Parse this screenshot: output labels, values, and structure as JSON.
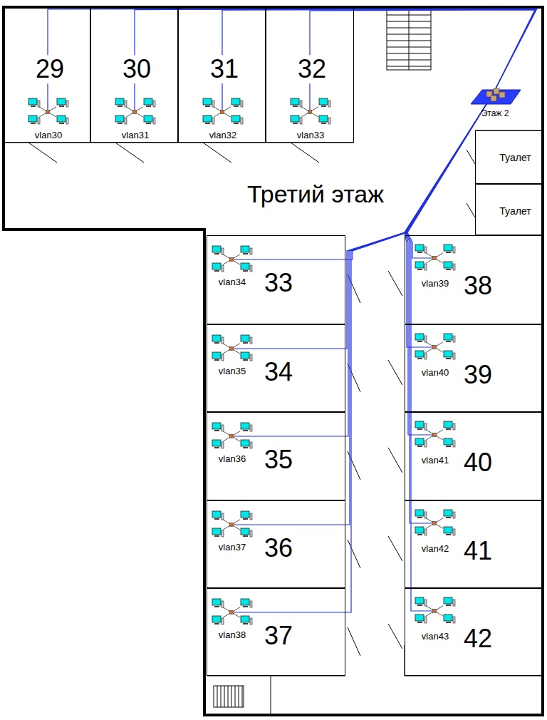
{
  "diagram": {
    "title": "Третий этаж",
    "nodes": [
      {
        "text": [
          "29",
          "vlan30"
        ]
      },
      {
        "text": [
          "30",
          "vlan31"
        ]
      },
      {
        "text": [
          "31",
          "vlan32"
        ]
      },
      {
        "text": [
          "32",
          "vlan33"
        ]
      },
      {
        "text": [
          "Этаж 2"
        ]
      },
      {
        "text": [
          "Туалет"
        ]
      },
      {
        "text": [
          "Туалет"
        ]
      },
      {
        "text": [
          "33",
          "vlan34"
        ]
      },
      {
        "text": [
          "34",
          "vlan35"
        ]
      },
      {
        "text": [
          "35",
          "vlan36"
        ]
      },
      {
        "text": [
          "36",
          "vlan37"
        ]
      },
      {
        "text": [
          "37",
          "vlan38"
        ]
      },
      {
        "text": [
          "38",
          "vlan39"
        ]
      },
      {
        "text": [
          "39",
          "vlan40"
        ]
      },
      {
        "text": [
          "40",
          "vlan41"
        ]
      },
      {
        "text": [
          "41",
          "vlan42"
        ]
      },
      {
        "text": [
          "42",
          "vlan43"
        ]
      }
    ],
    "edges": [
      {
        "from": 4,
        "to": 0,
        "arrow": "none"
      },
      {
        "from": 4,
        "to": 1,
        "arrow": "none"
      },
      {
        "from": 4,
        "to": 2,
        "arrow": "none"
      },
      {
        "from": 4,
        "to": 3,
        "arrow": "none"
      },
      {
        "from": 4,
        "to": 7,
        "arrow": "none"
      },
      {
        "from": 4,
        "to": 8,
        "arrow": "none"
      },
      {
        "from": 4,
        "to": 9,
        "arrow": "none"
      },
      {
        "from": 4,
        "to": 10,
        "arrow": "none"
      },
      {
        "from": 4,
        "to": 11,
        "arrow": "none"
      },
      {
        "from": 4,
        "to": 12,
        "arrow": "none"
      },
      {
        "from": 4,
        "to": 13,
        "arrow": "none"
      },
      {
        "from": 4,
        "to": 14,
        "arrow": "none"
      },
      {
        "from": 4,
        "to": 15,
        "arrow": "none"
      },
      {
        "from": 4,
        "to": 16,
        "arrow": "none"
      }
    ]
  }
}
